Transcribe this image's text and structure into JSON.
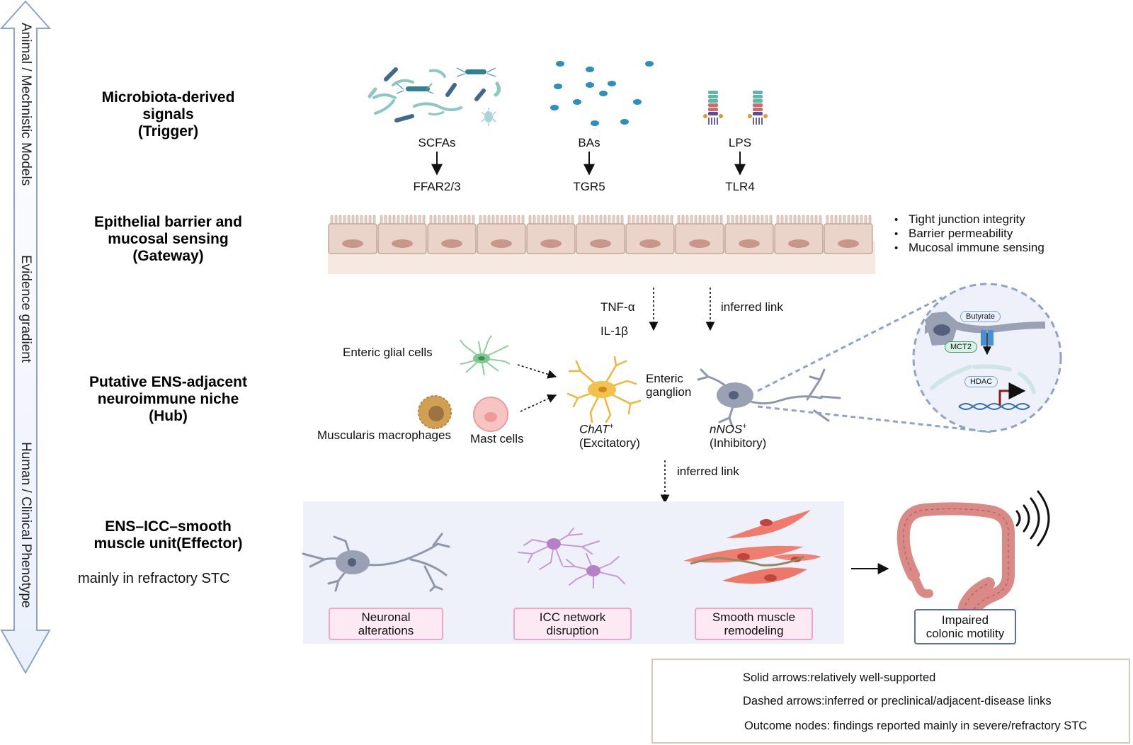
{
  "evidence_axis": {
    "top_label": "Animal / Mechnistic Models",
    "middle_label": "Evidence gradient",
    "bottom_label": "Human / Clinical Phenotype"
  },
  "rows": {
    "trigger": {
      "line1": "Microbiota-derived",
      "line2": "signals",
      "line3": "(Trigger)"
    },
    "gateway": {
      "line1": "Epithelial barrier and",
      "line2": "mucosal sensing",
      "line3": "(Gateway)"
    },
    "hub": {
      "line1": "Putative ENS-adjacent",
      "line2": "neuroimmune niche",
      "line3": "(Hub)"
    },
    "effector": {
      "line1": "ENS–ICC–smooth",
      "line2": "muscle unit(Effector)",
      "note": "mainly  in refractory STC"
    }
  },
  "signals": [
    {
      "signal": "SCFAs",
      "receptor": "FFAR2/3"
    },
    {
      "signal": "BAs",
      "receptor": "TGR5"
    },
    {
      "signal": "LPS",
      "receptor": "TLR4"
    }
  ],
  "barrier_bullets": [
    "Tight junction integrity",
    "Barrier permeability",
    "Mucosal immune sensing"
  ],
  "cytokines": {
    "tnf": "TNF-α",
    "il": "IL-1β",
    "inferred_1": "inferred link",
    "inferred_2": "inferred link"
  },
  "niche": {
    "glia": "Enteric glial cells",
    "macrophages": "Muscularis macrophages",
    "mast": "Mast cells",
    "ganglion_1": "Enteric",
    "ganglion_2": "ganglion",
    "chat": "ChAT",
    "chat_sup": "+",
    "chat_role": "(Excitatory)",
    "nnos": "nNOS",
    "nnos_sup": "+",
    "nnos_role": "(Inhibitory)"
  },
  "inset": {
    "butyrate": "Butyrate",
    "mct2": "MCT2",
    "hdac": "HDAC"
  },
  "effector_outcomes": [
    {
      "line1": "Neuronal",
      "line2": "alterations"
    },
    {
      "line1": "ICC network",
      "line2": "disruption"
    },
    {
      "line1": "Smooth muscle",
      "line2": "remodeling"
    }
  ],
  "final_outcome": {
    "line1": "Impaired",
    "line2": "colonic motility"
  },
  "legend": {
    "solid": "Solid arrows:relatively well-supported",
    "dashed": "Dashed arrows:inferred or preclinical/adjacent-disease links",
    "outcome": "Outcome nodes: findings reported mainly in severe/refractory STC"
  },
  "colors": {
    "epithelium": "#ead3c8",
    "nucleus": "#c9968a",
    "neuron": "#8f97aa",
    "chat_neuron": "#f0b83a",
    "outcome_fill": "#fde9f3",
    "outcome_border": "#e9a8c8",
    "effector_panel": "#eef1fa",
    "colon": "#d98a86"
  }
}
